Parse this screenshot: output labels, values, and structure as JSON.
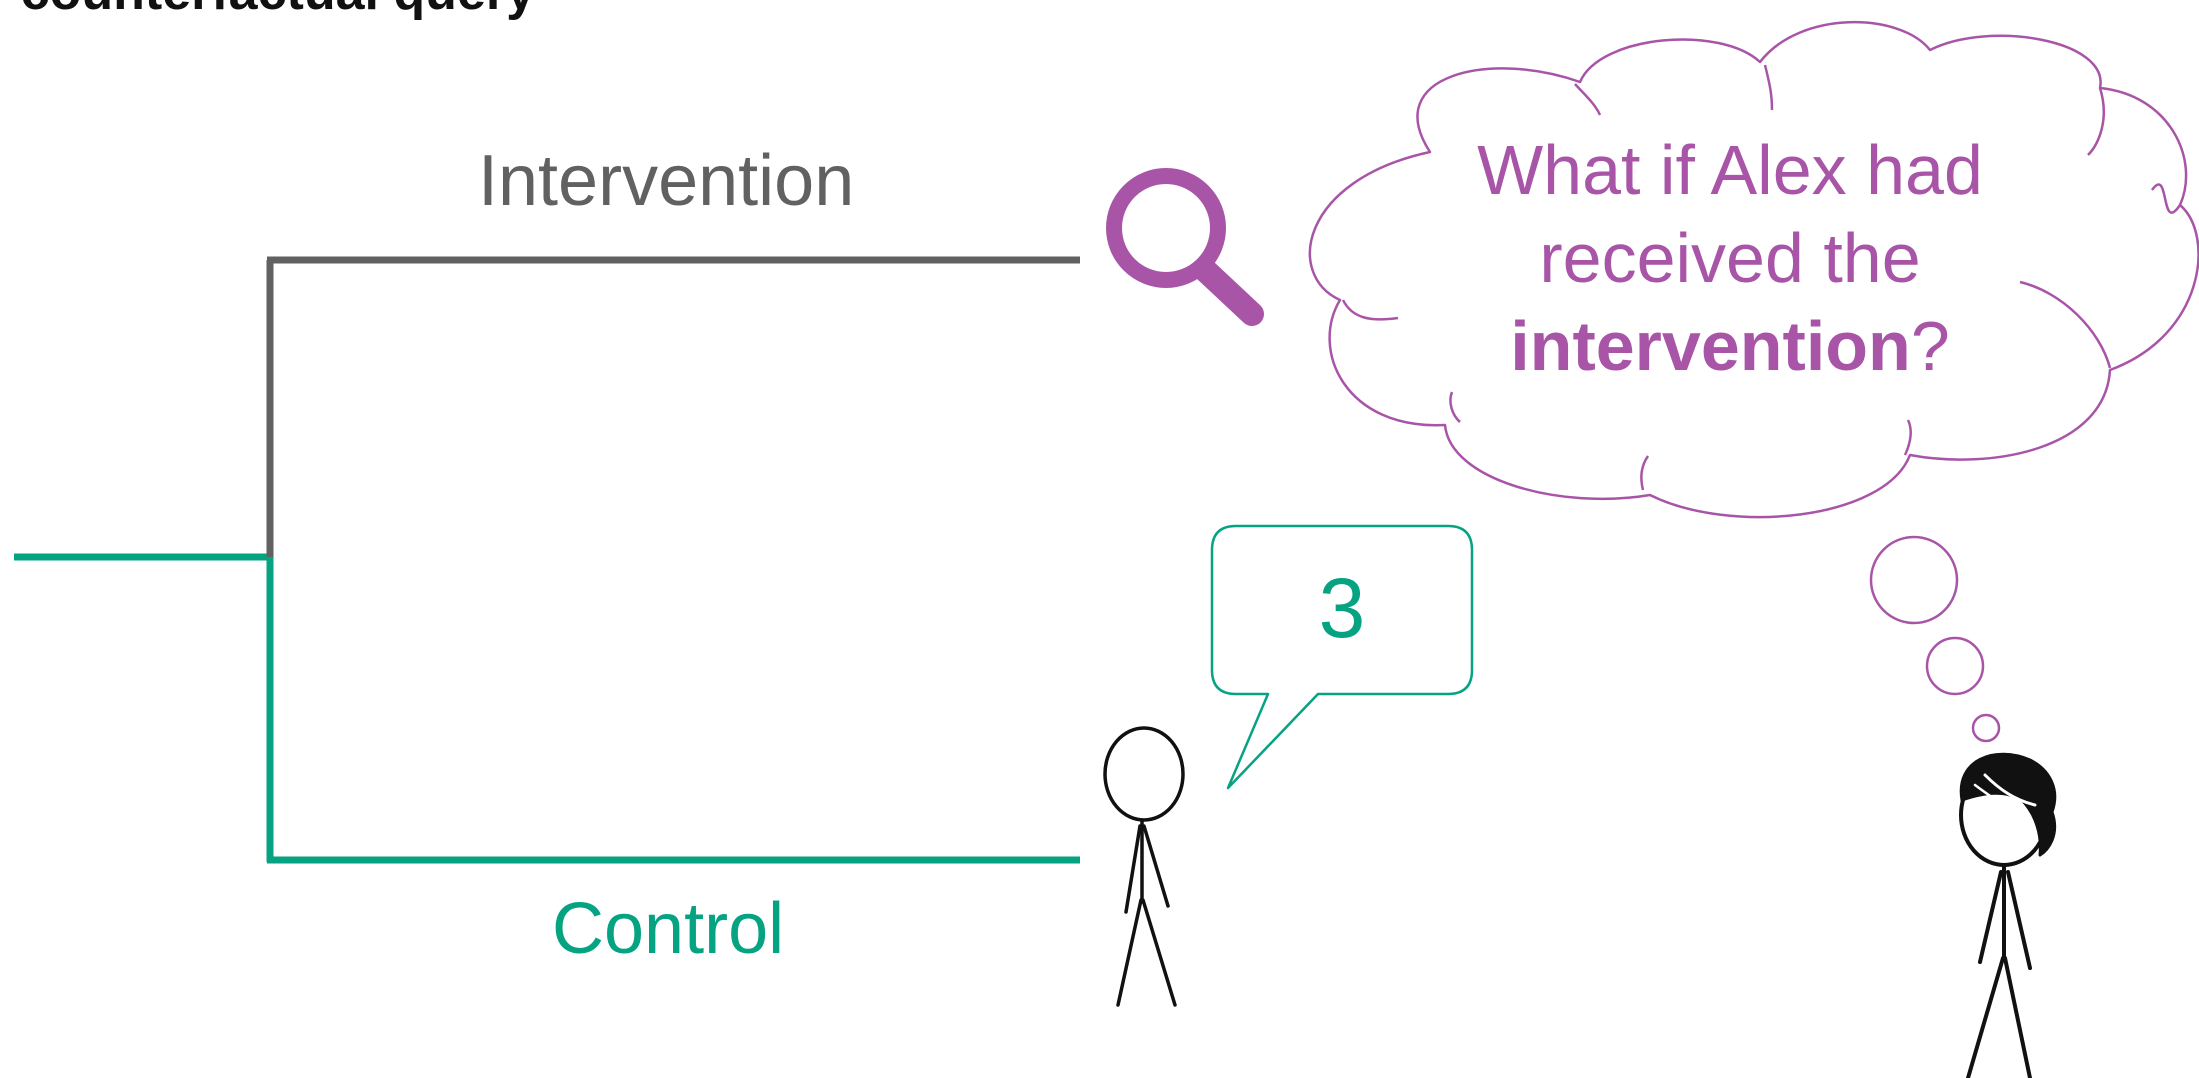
{
  "heading": "r counterfactual query",
  "tree": {
    "intervention_label": "Intervention",
    "control_label": "Control",
    "intervention_color": "#616161",
    "control_color": "#06a383"
  },
  "speech_bubble": {
    "value": "3",
    "color": "#06a383"
  },
  "thought_bubble": {
    "line1": "What if Alex had",
    "line2": "received the",
    "emphasis": "intervention",
    "suffix": "?",
    "color": "#a855a8"
  },
  "icons": {
    "magnifier": "magnifying-glass-icon",
    "figure_left": "stick-figure-icon",
    "figure_right": "stick-figure-with-hair-icon"
  }
}
